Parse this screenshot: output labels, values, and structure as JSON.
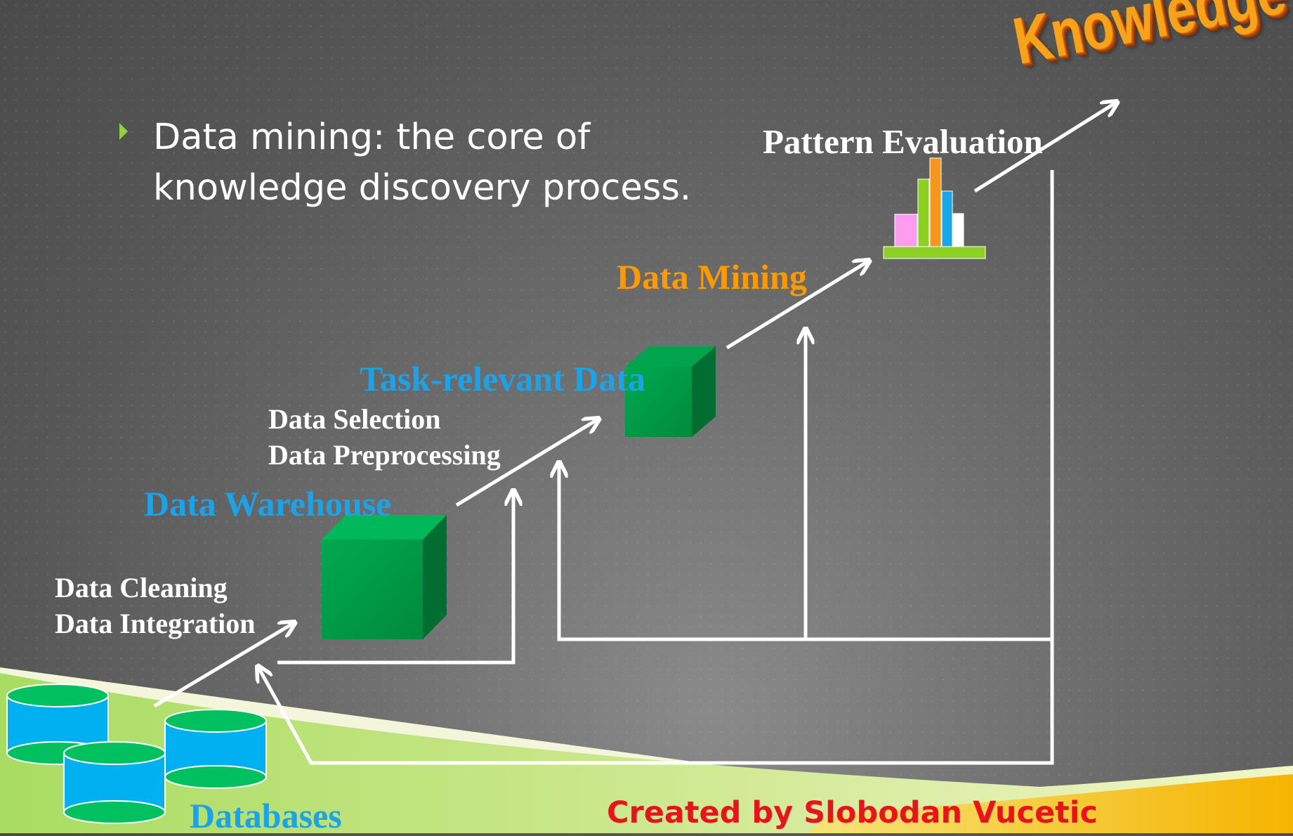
{
  "slide": {
    "bullet_text": "Data mining: the core of knowledge discovery process.",
    "credit": "Created by Slobodan Vucetic"
  },
  "diagram": {
    "databases": "Databases",
    "step1_line1": "Data Cleaning",
    "step1_line2": "Data Integration",
    "data_warehouse": "Data Warehouse",
    "step2_line1": "Data Selection",
    "step2_line2": "Data Preprocessing",
    "task_relevant": "Task-relevant Data",
    "data_mining": "Data Mining",
    "pattern_evaluation": "Pattern Evaluation",
    "knowledge": "Knowledge"
  },
  "colors": {
    "cyan_label": "#1aa3e8",
    "orange_label": "#ff9900",
    "cube_green": "#009a44",
    "cylinder_blue": "#00b0f0",
    "cylinder_green": "#00c060",
    "credit_red": "#e8141c"
  },
  "icons": {
    "bullet": "triangle-bullet-icon",
    "chart": "bar-chart-icon"
  }
}
